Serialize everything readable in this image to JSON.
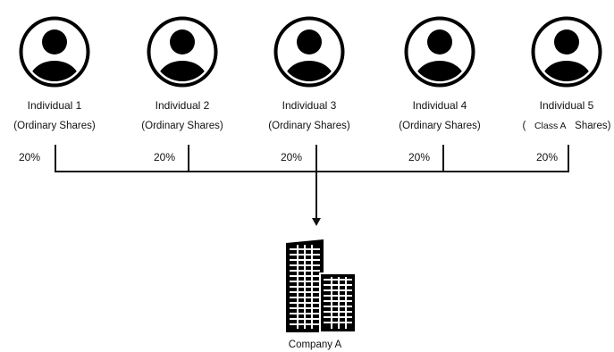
{
  "individuals": [
    {
      "name": "Individual 1",
      "shares": "(Ordinary Shares)",
      "percent": "20%"
    },
    {
      "name": "Individual 2",
      "shares": "(Ordinary Shares)",
      "percent": "20%"
    },
    {
      "name": "Individual 3",
      "shares": "(Ordinary Shares)",
      "percent": "20%"
    },
    {
      "name": "Individual 4",
      "shares": "(Ordinary Shares)",
      "percent": "20%"
    },
    {
      "name": "Individual 5",
      "shares_open": "(",
      "shares_class": "Class A",
      "shares_close": "Shares)",
      "percent": "20%"
    }
  ],
  "company": {
    "name": "Company A",
    "icon": "office-building-icon"
  },
  "avatar_icon": "person-avatar-icon"
}
